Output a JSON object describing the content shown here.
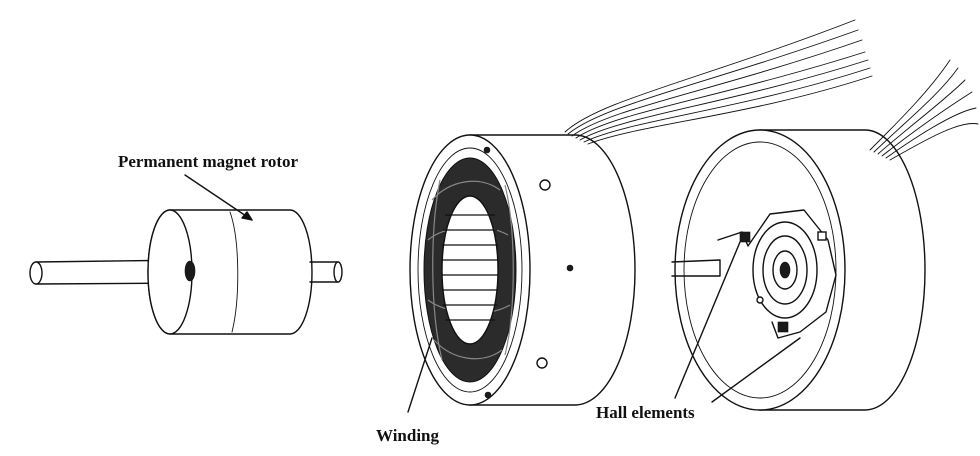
{
  "labels": {
    "rotor": "Permanent magnet rotor",
    "winding": "Winding",
    "hall": "Hall elements"
  },
  "icons": {
    "rotor": "rotor-icon",
    "stator": "stator-icon",
    "hall_housing": "hall-sensor-housing-icon",
    "wires": "wire-bundle-icon"
  },
  "colors": {
    "ink": "#111111",
    "background": "#ffffff"
  }
}
